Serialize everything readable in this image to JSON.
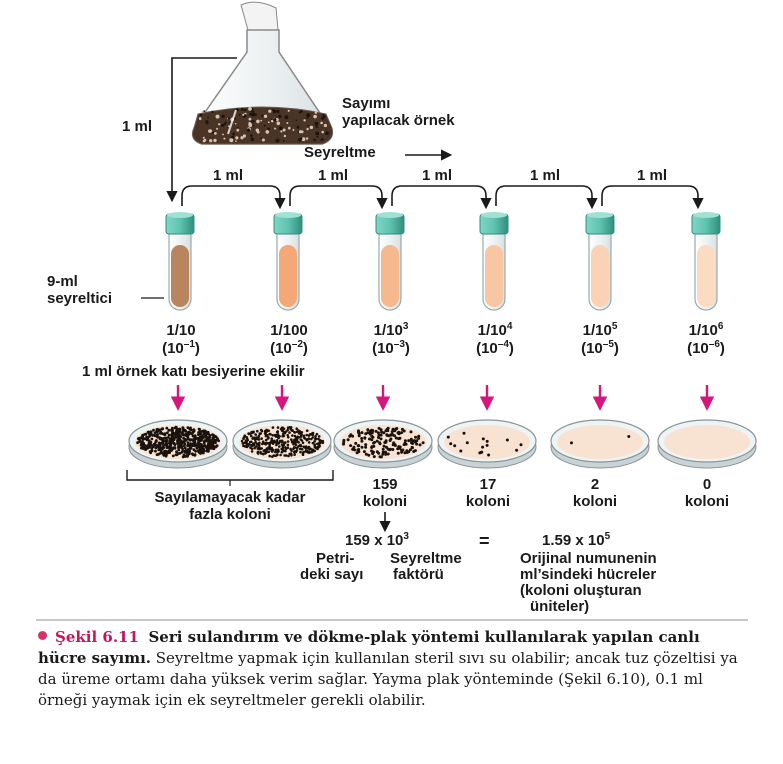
{
  "flask": {
    "label_line1": "Sayımı",
    "label_line2": "yapılacak örnek",
    "transfer_label": "1 ml"
  },
  "dilution_arrow_label": "Seyreltme",
  "transfer_labels": [
    "1 ml",
    "1 ml",
    "1 ml",
    "1 ml",
    "1 ml"
  ],
  "diluent_label_line1": "9-ml",
  "diluent_label_line2": "seyreltici",
  "tubes": [
    {
      "ratio": "1/10",
      "exp_base": "(10",
      "exp_power": "–1",
      "exp_close": ")",
      "ratio_base": "1/10",
      "ratio_power": "",
      "fill_color": "#b9855e"
    },
    {
      "ratio": "1/100",
      "exp_base": "(10",
      "exp_power": "–2",
      "exp_close": ")",
      "ratio_base": "1/100",
      "ratio_power": "",
      "fill_color": "#f4a877"
    },
    {
      "ratio": "1/10",
      "exp_base": "(10",
      "exp_power": "–3",
      "exp_close": ")",
      "ratio_base": "1/10",
      "ratio_power": "3",
      "fill_color": "#f6b88e"
    },
    {
      "ratio": "1/10",
      "exp_base": "(10",
      "exp_power": "–4",
      "exp_close": ")",
      "ratio_base": "1/10",
      "ratio_power": "4",
      "fill_color": "#f8c6a2"
    },
    {
      "ratio": "1/10",
      "exp_base": "(10",
      "exp_power": "–5",
      "exp_close": ")",
      "ratio_base": "1/10",
      "ratio_power": "5",
      "fill_color": "#fad3b6"
    },
    {
      "ratio": "1/10",
      "exp_base": "(10",
      "exp_power": "–6",
      "exp_close": ")",
      "ratio_base": "1/10",
      "ratio_power": "6",
      "fill_color": "#fbdcc3"
    }
  ],
  "plating_label": "1 ml örnek katı besiyerine ekilir",
  "plates": [
    {
      "density": "very-high"
    },
    {
      "density": "high"
    },
    {
      "density": "medium",
      "count_line1": "159",
      "count_line2": "koloni"
    },
    {
      "density": "low",
      "count_line1": "17",
      "count_line2": "koloni"
    },
    {
      "density": "very-low",
      "count_line1": "2",
      "count_line2": "koloni"
    },
    {
      "density": "none",
      "count_line1": "0",
      "count_line2": "koloni"
    }
  ],
  "too_many_line1": "Sayılamayacak kadar",
  "too_many_line2": "fazla koloni",
  "formula": {
    "left_base": "159  x  10",
    "left_power": "3",
    "equals": "=",
    "right_base": "1.59  x  10",
    "right_power": "5",
    "petri_line1": "Petri-",
    "petri_line2": "deki sayı",
    "factor_line1": "Seyreltme",
    "factor_line2": "faktörü",
    "result_line1": "Orijinal numunenin",
    "result_line2": "ml’sindeki hücreler",
    "result_line3": "(koloni oluşturan",
    "result_line4": "üniteler)"
  },
  "caption": {
    "figure_number": "Şekil 6.11",
    "title": "Seri sulandırım ve dökme-plak yöntemi kullanılarak yapılan canlı hücre sayımı.",
    "body": "Seyreltme yapmak için kullanılan steril sıvı su olabilir; ancak tuz çözeltisi ya da üreme ortamı daha yüksek verim sağlar. Yayma plak yönteminde (Şekil 6.10), 0.1 ml örneği yaymak için ek seyreltmeler gerekli olabilir."
  },
  "colors": {
    "tube_cap": "#5fc4b0",
    "tube_cap_dark": "#2f8f7d",
    "arrow_magenta": "#d6167a",
    "flask_culture": "#4a3426",
    "plate_medium": "#f8e3d3"
  }
}
